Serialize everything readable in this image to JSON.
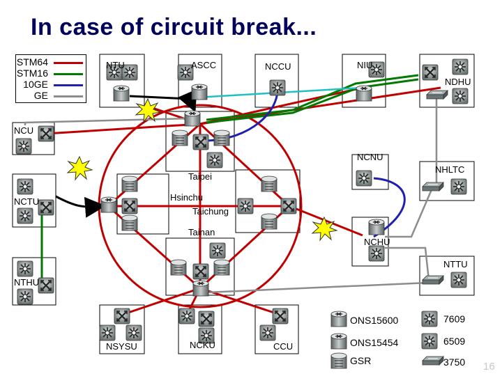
{
  "title": "In case of circuit break...",
  "legend": [
    {
      "label": "STM64",
      "color": "#c00000"
    },
    {
      "label": "STM16",
      "color": "#007a00"
    },
    {
      "label": "10GE",
      "color": "#2020b0"
    },
    {
      "label": "GE",
      "color": "#8c8c8c"
    }
  ],
  "sites": {
    "ntu": "NTU",
    "ascc": "ASCC",
    "nccu": "NCCU",
    "niu": "NIU",
    "ndhu": "NDHU",
    "ncu": "NCU",
    "ncnu": "NCNU",
    "nhltc": "NHLTC",
    "nctu": "NCTU",
    "nchu": "NCHU",
    "nttu": "NTTU",
    "nthu": "NTHU",
    "nsysu": "NSYSU",
    "ncku": "NCKU",
    "ccu": "CCU"
  },
  "hubs": {
    "taipei": "Taipei",
    "hsinchu": "Hsinchu",
    "taichung": "Taichung",
    "tainan": "Tainan"
  },
  "device_legend": [
    {
      "name": "ONS15600",
      "model": "7609",
      "icon": "ons15600-icon"
    },
    {
      "name": "ONS15454",
      "model": "6509",
      "icon": "ons15454-icon"
    },
    {
      "name": "GSR",
      "model": "3750",
      "icon": "gsr-icon"
    }
  ],
  "page_number": "16"
}
